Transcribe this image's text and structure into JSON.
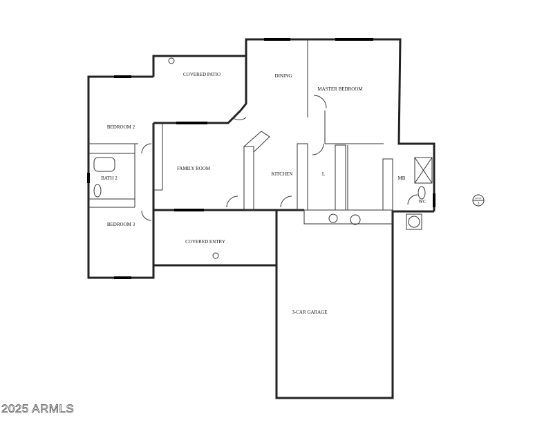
{
  "plan": {
    "rooms": {
      "covered_patio": "COVERED PATIO",
      "dining": "DINING",
      "master_bedroom": "MASTER BEDROOM",
      "bedroom_2": "BEDROOM 2",
      "family_room": "FAMILY ROOM",
      "bath_2": "BATH 2",
      "kitchen": "KITCHEN",
      "laundry": "L",
      "master_bath": "MB",
      "wc": "WC",
      "bedroom_3": "BEDROOM 3",
      "covered_entry": "COVERED ENTRY",
      "garage": "3-CAR GARAGE"
    },
    "compass": {
      "direction": "WEST",
      "number": "3"
    }
  },
  "watermark": "2025 ARMLS",
  "colors": {
    "line": "#222222",
    "background": "#ffffff"
  }
}
